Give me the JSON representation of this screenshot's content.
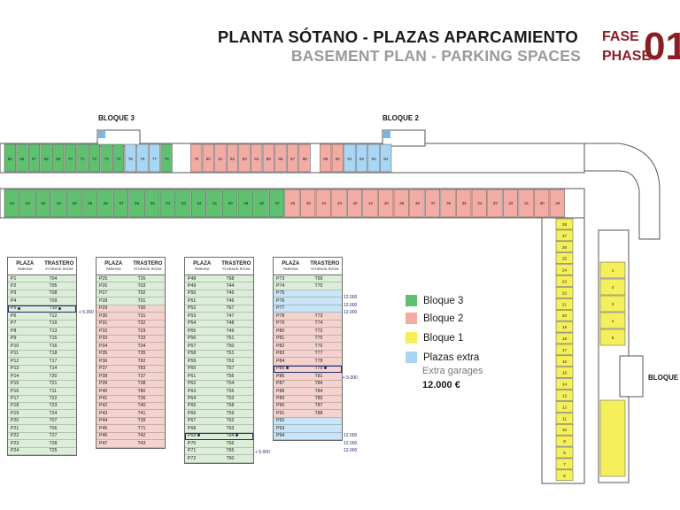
{
  "header": {
    "title": "PLANTA SÓTANO - PLAZAS APARCAMIENTO",
    "subtitle": "BASEMENT PLAN - PARKING SPACES",
    "fase": "FASE",
    "phase": "PHASE",
    "phase_number": "01"
  },
  "plan": {
    "bloque3": "BLOQUE 3",
    "bloque2": "BLOQUE 2",
    "bloque1": "BLOQUE",
    "top_row": [
      "65",
      "66",
      "67",
      "68",
      "69",
      "70",
      "71",
      "72",
      "73",
      "74",
      "75",
      "76",
      "77",
      "78",
      "79",
      "80",
      "81",
      "82",
      "83",
      "84",
      "85",
      "86",
      "87",
      "88",
      "89",
      "90",
      "91",
      "92",
      "93",
      "94"
    ],
    "bottom_row": [
      "64",
      "63",
      "62",
      "61",
      "60",
      "59",
      "58",
      "57",
      "56",
      "55",
      "54",
      "53",
      "52",
      "51",
      "50",
      "49",
      "48",
      "47",
      "46",
      "45",
      "44",
      "43",
      "42",
      "41",
      "40",
      "39",
      "38",
      "37",
      "36",
      "35",
      "34",
      "33",
      "32",
      "31",
      "30",
      "29"
    ],
    "right_col_left": [
      "28",
      "27",
      "26",
      "25",
      "24",
      "23",
      "22",
      "21",
      "20",
      "19",
      "18",
      "17",
      "16",
      "15",
      "14",
      "13",
      "12",
      "11",
      "10",
      "9",
      "8",
      "7",
      "6"
    ],
    "right_col_right": [
      "1",
      "2",
      "3",
      "4",
      "5"
    ]
  },
  "colors": {
    "bloque3": "#5fc16f",
    "bloque2": "#f2aca4",
    "bloque1": "#f5ef5c",
    "extra": "#a9d6f5",
    "brand": "#8b1e23"
  },
  "table_headers": {
    "plaza": "PLAZA",
    "parking": "PARKING",
    "trastero": "TRASTERO",
    "storage": "STORAGE ROOM"
  },
  "tables": [
    {
      "rows": [
        [
          "P1",
          "T04"
        ],
        [
          "P2",
          "T05"
        ],
        [
          "P3",
          "T08"
        ],
        [
          "P4",
          "T09"
        ],
        [
          "P5",
          "T10"
        ],
        [
          "P6",
          "T12"
        ],
        [
          "P7",
          "T19"
        ],
        [
          "P8",
          "T13"
        ],
        [
          "P9",
          "T15"
        ],
        [
          "P10",
          "T16"
        ],
        [
          "P11",
          "T18"
        ],
        [
          "P12",
          "T17"
        ],
        [
          "P13",
          "T14"
        ],
        [
          "P14",
          "T20"
        ],
        [
          "P15",
          "T21"
        ],
        [
          "P16",
          "T11"
        ],
        [
          "P17",
          "T22"
        ],
        [
          "P18",
          "T23"
        ],
        [
          "P19",
          "T24"
        ],
        [
          "P20",
          "T07"
        ],
        [
          "P21",
          "T06"
        ],
        [
          "P22",
          "T27"
        ],
        [
          "P23",
          "T28"
        ],
        [
          "P24",
          "T25"
        ]
      ]
    },
    {
      "rows": [
        [
          "P25",
          "T26"
        ],
        [
          "P26",
          "T03"
        ],
        [
          "P27",
          "T02"
        ],
        [
          "P28",
          "T01"
        ],
        [
          "P29",
          "T30"
        ],
        [
          "P30",
          "T31"
        ],
        [
          "P31",
          "T32"
        ],
        [
          "P32",
          "T29"
        ],
        [
          "P33",
          "T33"
        ],
        [
          "P34",
          "T34"
        ],
        [
          "P35",
          "T35"
        ],
        [
          "P36",
          "T82"
        ],
        [
          "P37",
          "T83"
        ],
        [
          "P38",
          "T37"
        ],
        [
          "P39",
          "T38"
        ],
        [
          "P40",
          "T80"
        ],
        [
          "P41",
          "T36"
        ],
        [
          "P42",
          "T40"
        ],
        [
          "P43",
          "T41"
        ],
        [
          "P44",
          "T39"
        ],
        [
          "P45",
          "T71"
        ],
        [
          "P46",
          "T42"
        ],
        [
          "P47",
          "T43"
        ]
      ]
    },
    {
      "rows": [
        [
          "P48",
          "T68"
        ],
        [
          "P49",
          "T44"
        ],
        [
          "P50",
          "T45"
        ],
        [
          "P51",
          "T46"
        ],
        [
          "P52",
          "T67"
        ],
        [
          "P53",
          "T47"
        ],
        [
          "P54",
          "T48"
        ],
        [
          "P55",
          "T49"
        ],
        [
          "P56",
          "T61"
        ],
        [
          "P57",
          "T50"
        ],
        [
          "P58",
          "T51"
        ],
        [
          "P59",
          "T52"
        ],
        [
          "P60",
          "T57"
        ],
        [
          "P61",
          "T56"
        ],
        [
          "P62",
          "T54"
        ],
        [
          "P63",
          "T55"
        ],
        [
          "P64",
          "T53"
        ],
        [
          "P65",
          "T58"
        ],
        [
          "P66",
          "T59"
        ],
        [
          "P67",
          "T62"
        ],
        [
          "P68",
          "T63"
        ],
        [
          "P69",
          "T64"
        ],
        [
          "P70",
          "T66"
        ],
        [
          "P71",
          "T65"
        ],
        [
          "P72",
          "T50"
        ]
      ]
    },
    {
      "rows": [
        [
          "P73",
          "T69"
        ],
        [
          "P74",
          "T70"
        ],
        [
          "P75",
          ""
        ],
        [
          "P76",
          ""
        ],
        [
          "P77",
          ""
        ],
        [
          "P78",
          "T73"
        ],
        [
          "P79",
          "T74"
        ],
        [
          "P80",
          "T72"
        ],
        [
          "P81",
          "T75"
        ],
        [
          "P82",
          "T76"
        ],
        [
          "P83",
          "T77"
        ],
        [
          "P84",
          "T78"
        ],
        [
          "P85",
          "T79"
        ],
        [
          "P86",
          "T81"
        ],
        [
          "P87",
          "T84"
        ],
        [
          "P88",
          "T84"
        ],
        [
          "P89",
          "T85"
        ],
        [
          "P90",
          "T87"
        ],
        [
          "P91",
          "T88"
        ],
        [
          "P92",
          ""
        ],
        [
          "P93",
          ""
        ],
        [
          "P94",
          ""
        ]
      ]
    }
  ],
  "annotations": {
    "p5": "+ 5.000",
    "p69": "+ 5.000",
    "p85": "+ 5.000",
    "extra_price": "12.000"
  },
  "legend": {
    "b3": "Bloque 3",
    "b2": "Bloque 2",
    "b1": "Bloque 1",
    "extra": "Plazas extra",
    "extra_en": "Extra garages",
    "extra_price": "12.000 €"
  }
}
